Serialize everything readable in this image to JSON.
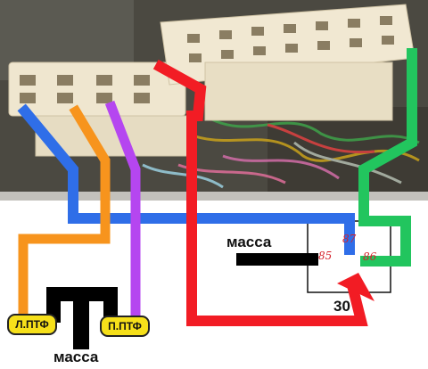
{
  "labels": {
    "mass_relay": "масса",
    "mass_lamps": "масса",
    "pin_30": "30",
    "pin_87": "87",
    "pin_85": "85",
    "pin_86": "86",
    "lamp_left": "Л.ПТФ",
    "lamp_right": "П.ПТФ"
  },
  "wire_colors": {
    "blue": "#2f6ee8",
    "orange": "#f7941d",
    "purple": "#b546f0",
    "red": "#f21c24",
    "green": "#22c55e",
    "black": "#000000"
  },
  "icons": [
    "fuse-block-connector",
    "relay-block",
    "fog-lamp"
  ]
}
